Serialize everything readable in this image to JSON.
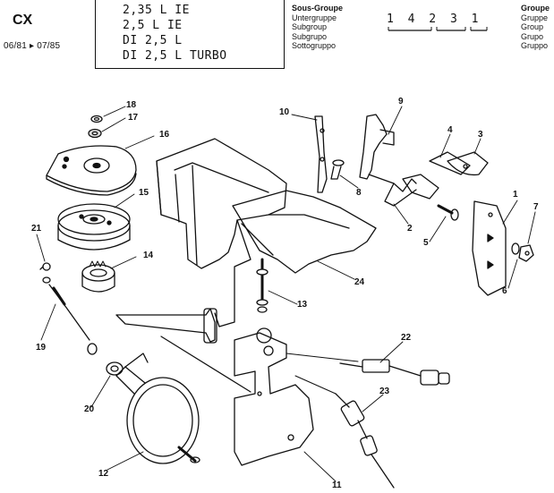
{
  "header": {
    "model": "CX",
    "dates": "06/81 ▸ 07/85",
    "engines": [
      "2,35 L IE",
      "2,5 L IE",
      "DI 2,5 L",
      "DI 2,5 L TURBO"
    ],
    "subgroup_labels": [
      "Sous-Groupe",
      "Untergruppe",
      "Subgroup",
      "Subgrupo",
      "Sottogruppo"
    ],
    "group_ref": "1 4 2 3 1",
    "group_labels": [
      "Groupe",
      "Gruppe",
      "Group",
      "Grupo",
      "Gruppo"
    ]
  },
  "callouts": [
    "1",
    "2",
    "3",
    "4",
    "5",
    "6",
    "7",
    "8",
    "9",
    "10",
    "11",
    "12",
    "13",
    "14",
    "15",
    "16",
    "17",
    "18",
    "19",
    "20",
    "21",
    "22",
    "23",
    "24"
  ]
}
